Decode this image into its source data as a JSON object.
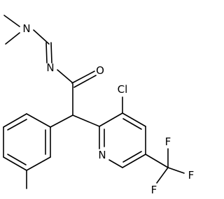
{
  "molecule": {
    "atoms": {
      "n_amine": "N",
      "n_imine": "N",
      "o_carbonyl": "O",
      "cl": "Cl",
      "n_pyridine": "N",
      "f_top": "F",
      "f_left": "F",
      "f_right": "F"
    }
  },
  "colors": {
    "bond": "#000000",
    "text": "#000000",
    "background": "#ffffff"
  }
}
